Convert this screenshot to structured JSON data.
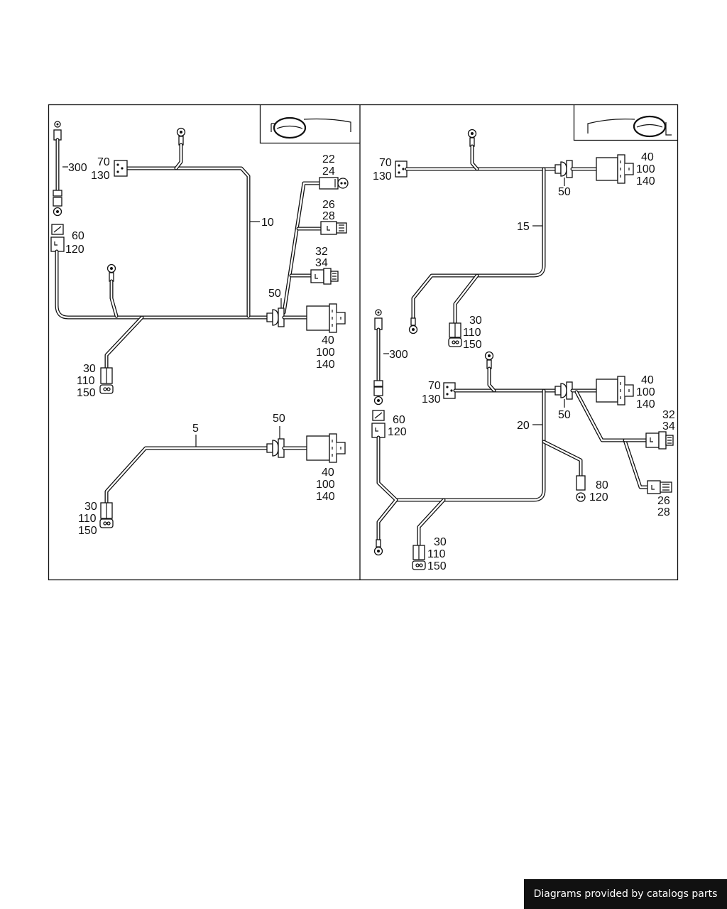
{
  "left_panel": {
    "harness_10": {
      "callout": "10",
      "ground_callout": "300",
      "connector_70_130": [
        "70",
        "130"
      ],
      "connector_60_120": [
        "60",
        "120"
      ],
      "connector_22_24": [
        "22",
        "24"
      ],
      "connector_26_28": [
        "26",
        "28"
      ],
      "connector_32_34": [
        "32",
        "34"
      ],
      "grommet": "50",
      "main_connector": [
        "40",
        "100",
        "140"
      ],
      "sensor_connector": [
        "30",
        "110",
        "150"
      ]
    },
    "harness_5": {
      "callout": "5",
      "grommet": "50",
      "main_connector": [
        "40",
        "100",
        "140"
      ],
      "sensor_connector": [
        "30",
        "110",
        "150"
      ]
    }
  },
  "right_panel": {
    "harness_15": {
      "callout": "15",
      "connector_70_130": [
        "70",
        "130"
      ],
      "grommet": "50",
      "main_connector": [
        "40",
        "100",
        "140"
      ],
      "sensor_connector": [
        "30",
        "110",
        "150"
      ]
    },
    "harness_20": {
      "callout": "20",
      "ground_callout": "300",
      "connector_70_130": [
        "70",
        "130"
      ],
      "connector_60_120": [
        "60",
        "120"
      ],
      "grommet": "50",
      "main_connector": [
        "40",
        "100",
        "140"
      ],
      "connector_32_34": [
        "32",
        "34"
      ],
      "connector_26_28": [
        "26",
        "28"
      ],
      "connector_80_120": [
        "80",
        "120"
      ],
      "sensor_connector": [
        "30",
        "110",
        "150"
      ]
    }
  },
  "footer": {
    "credit": "Diagrams provided by catalogs parts"
  }
}
